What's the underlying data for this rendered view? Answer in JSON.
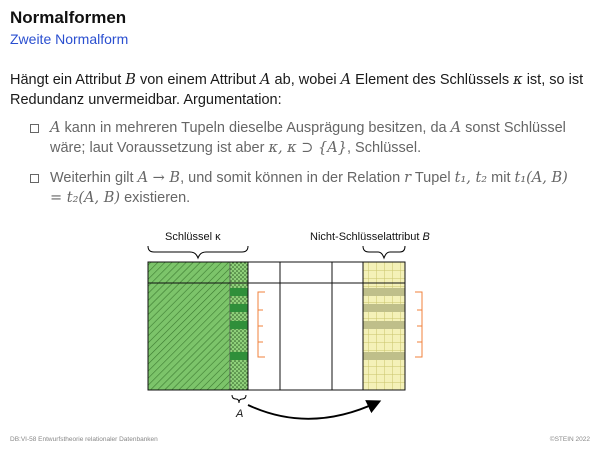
{
  "header": {
    "title": "Normalformen",
    "subtitle": "Zweite Normalform"
  },
  "intro": {
    "part1": "Hängt ein Attribut ",
    "var_b": "B",
    "part2": " von einem Attribut ",
    "var_a": "A",
    "part3": " ab, wobei ",
    "var_a2": "A",
    "part4": " Element des Schlüssels ",
    "var_kappa": "κ",
    "part5": " ist, so ist Redundanz unvermeidbar. Argumentation:"
  },
  "bullets": [
    {
      "m1": "A",
      "t1": " kann in mehreren Tupeln dieselbe Ausprägung besitzen, da ",
      "m2": "A",
      "t2": " sonst Schlüssel wäre; laut Voraussetzung ist aber ",
      "m3": "κ, κ ⊃ {A}",
      "t3": ", Schlüssel."
    },
    {
      "t1": "Weiterhin gilt ",
      "m1": "A → B",
      "t2": ", und somit können in der Relation ",
      "m2": "r",
      "t3": " Tupel ",
      "m3": "t₁, t₂",
      "t4": " mit ",
      "m4": "t₁(A, B) = t₂(A, B)",
      "t5": " existieren."
    }
  ],
  "diagram": {
    "key_label": "Schlüssel κ",
    "nonkey_label": "Nicht-Schlüsselattribut ",
    "nonkey_var": "B",
    "a_label": "A",
    "colors": {
      "key_fill": "#7cc46a",
      "a_fill": "#2f8f3a",
      "b_fill": "#f4f1b8",
      "b_band": "#bfbf8a",
      "bracket": "#f0813b"
    }
  },
  "footer": {
    "left": "DB:VI-58   Entwurfstheorie relationaler Datenbanken",
    "right": "©STEIN 2022"
  }
}
